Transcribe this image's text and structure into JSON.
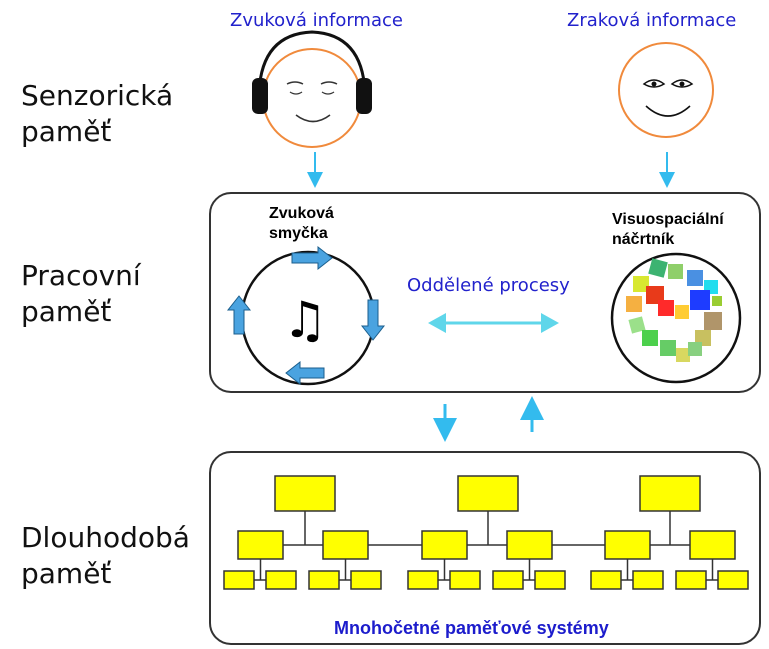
{
  "sections": {
    "sensory": [
      "Senzorická",
      "paměť"
    ],
    "working": [
      "Pracovní",
      "paměť"
    ],
    "longterm": [
      "Dlouhodobá",
      "paměť"
    ]
  },
  "auditory_info": "Zvuková informace",
  "visual_info": "Zraková informace",
  "phonological_loop": [
    "Zvuková",
    "smyčka"
  ],
  "visuospatial_sketchpad": [
    "Visuospaciální",
    "náčrtník"
  ],
  "separate_processes": "Oddělené procesy",
  "music_note_symbol": "♫",
  "multiple_memory_systems": "Mnohočetné paměťové systémy",
  "colors": {
    "accent_blue_text": "#2222cc",
    "arrow_cyan": "#33bbee",
    "loop_arrow_blue": "#4aa3e0",
    "face_outline": "#f08a3c",
    "node_fill": "#ffff00",
    "node_stroke": "#333333"
  },
  "icons": [
    "headphones-face-icon",
    "smiling-face-icon",
    "music-note-icon",
    "color-squares-icon"
  ]
}
